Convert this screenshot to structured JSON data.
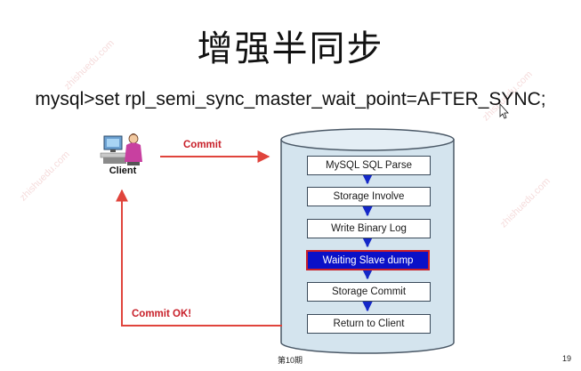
{
  "slide": {
    "title": "增强半同步",
    "command": "mysql>set rpl_semi_sync_master_wait_point=AFTER_SYNC;",
    "footer_page_label": "第10期",
    "slide_number": "19"
  },
  "diagram": {
    "client_label": "Client",
    "commit_label": "Commit",
    "commit_ok_label": "Commit OK!",
    "steps": [
      "MySQL SQL Parse",
      "Storage Involve",
      "Write Binary Log",
      "Waiting Slave dump",
      "Storage Commit",
      "Return to Client"
    ],
    "highlighted_step_index": 3
  },
  "colors": {
    "arrow_red": "#e0443c",
    "label_red": "#c8202a",
    "cylinder_fill": "#d4e4ee",
    "cylinder_stroke": "#4a5866",
    "step_arrow_blue": "#1428c8",
    "highlight_fill": "#0a10c8"
  },
  "icons": {
    "client": "user-at-computer-icon"
  }
}
